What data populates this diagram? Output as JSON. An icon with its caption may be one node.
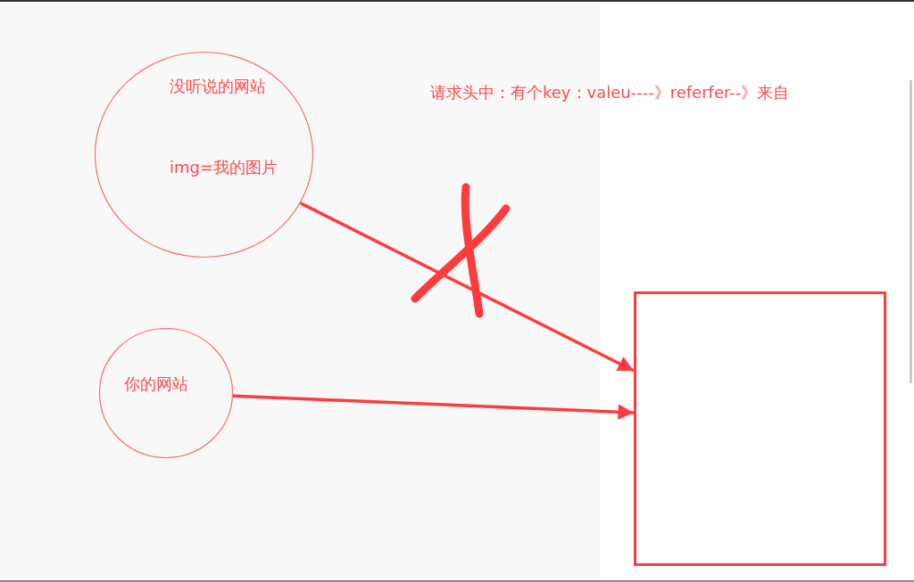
{
  "diagram": {
    "nodes": [
      {
        "text": [
          "没听说的网站",
          "img=我的图片"
        ]
      },
      {
        "text": [
          "你的网站"
        ]
      },
      {
        "text": [],
        "shape": "box"
      }
    ],
    "edges": [
      {
        "from": 0,
        "to": 2,
        "arrow": "to"
      },
      {
        "from": 1,
        "to": 2,
        "arrow": "to"
      }
    ],
    "labels": [
      "请求头中：有个key：valeu----》referfer--》来自"
    ]
  }
}
